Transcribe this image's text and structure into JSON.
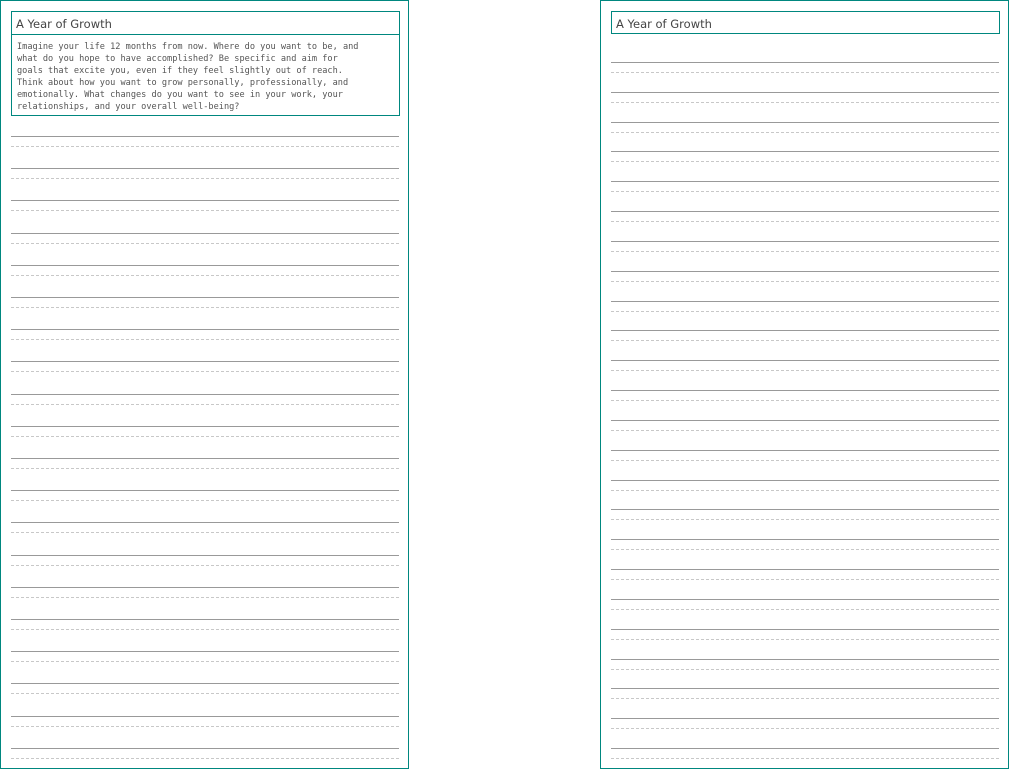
{
  "left_page": {
    "title": "A Year of Growth",
    "prompt": "Imagine your life 12 months from now. Where do you want to be, and\nwhat do you hope to have accomplished? Be specific and aim for\ngoals that excite you, even if they feel slightly out of reach.\nThink about how you want to grow personally, professionally, and\nemotionally. What changes do you want to see in your work, your\nrelationships, and your overall well-being?"
  },
  "right_page": {
    "title": "A Year of Growth"
  },
  "colors": {
    "border": "#00877f",
    "rule": "#999999",
    "guide": "#c8c8c8"
  }
}
